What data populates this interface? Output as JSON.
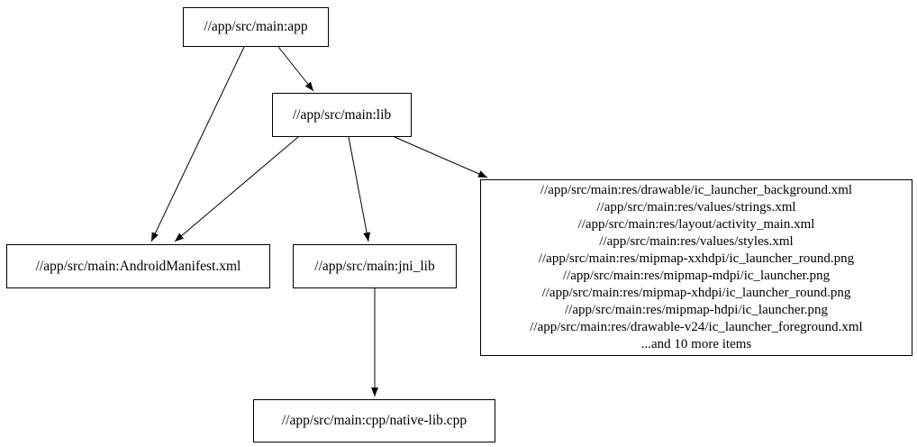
{
  "diagram": {
    "type": "dependency-graph",
    "background_color": "#ffffff",
    "node_fill_color": "#ffffff",
    "node_border_color": "#000000",
    "edge_color": "#000000",
    "text_color": "#000000",
    "nodes": {
      "app": {
        "label": "//app/src/main:app"
      },
      "lib": {
        "label": "//app/src/main:lib"
      },
      "android_manifest": {
        "label": "//app/src/main:AndroidManifest.xml"
      },
      "jni_lib": {
        "label": "//app/src/main:jni_lib"
      },
      "res_files": {
        "lines": [
          "//app/src/main:res/drawable/ic_launcher_background.xml",
          "//app/src/main:res/values/strings.xml",
          "//app/src/main:res/layout/activity_main.xml",
          "//app/src/main:res/values/styles.xml",
          "//app/src/main:res/mipmap-xxhdpi/ic_launcher_round.png",
          "//app/src/main:res/mipmap-mdpi/ic_launcher.png",
          "//app/src/main:res/mipmap-xhdpi/ic_launcher_round.png",
          "//app/src/main:res/mipmap-hdpi/ic_launcher.png",
          "//app/src/main:res/drawable-v24/ic_launcher_foreground.xml",
          "...and 10 more items"
        ]
      },
      "native_lib_cpp": {
        "label": "//app/src/main:cpp/native-lib.cpp"
      }
    },
    "edges": [
      {
        "from": "app",
        "to": "lib"
      },
      {
        "from": "app",
        "to": "android_manifest"
      },
      {
        "from": "lib",
        "to": "android_manifest"
      },
      {
        "from": "lib",
        "to": "jni_lib"
      },
      {
        "from": "lib",
        "to": "res_files"
      },
      {
        "from": "jni_lib",
        "to": "native_lib_cpp"
      }
    ]
  }
}
